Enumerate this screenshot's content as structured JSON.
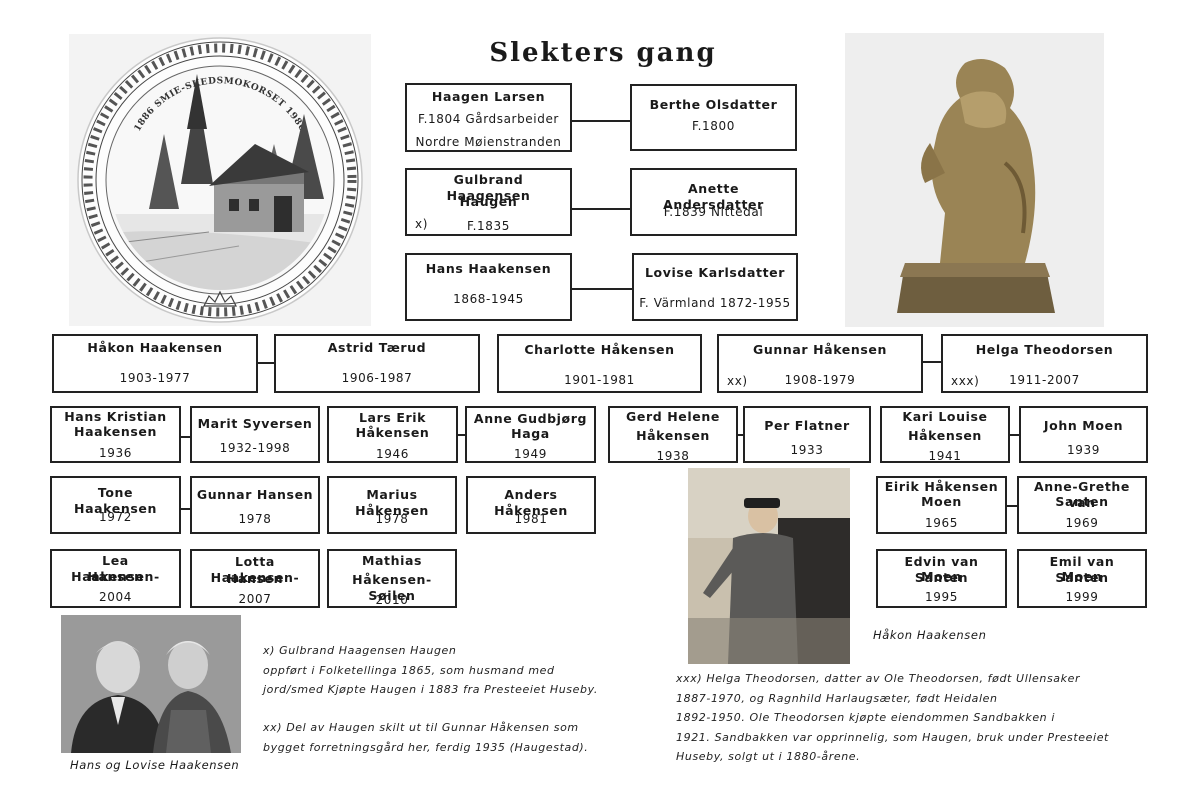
{
  "title": "Slekters gang",
  "plate": {
    "inscription": "1886 SMIE-SKEDSMOKORSET 1986"
  },
  "ancestors": [
    {
      "left": {
        "name": "Haagen Larsen",
        "line1": "F.1804 Gårdsarbeider",
        "line2": "Nordre Møienstranden"
      },
      "right": {
        "name": "Berthe Olsdatter",
        "line1": "F.1800"
      }
    },
    {
      "left": {
        "name_line1": "Gulbrand Haagensen",
        "name_line2": "Haugen",
        "marker": "x)",
        "line1": "F.1835"
      },
      "right": {
        "name": "Anette Andersdatter",
        "line1": "F.1839 Nittedal"
      }
    },
    {
      "left": {
        "name": "Hans Haakensen",
        "line1": "1868-1945"
      },
      "right": {
        "name": "Lovise Karlsdatter",
        "line1": "F. Värmland 1872-1955"
      }
    }
  ],
  "children": {
    "hakon": {
      "name": "Håkon Haakensen",
      "years": "1903-1977"
    },
    "astrid": {
      "name": "Astrid Tærud",
      "years": "1906-1987"
    },
    "charlotte": {
      "name": "Charlotte Håkensen",
      "years": "1901-1981"
    },
    "gunnar": {
      "name": "Gunnar Håkensen",
      "years": "1908-1979",
      "marker": "xx)"
    },
    "helga": {
      "name": "Helga Theodorsen",
      "years": "1911-2007",
      "marker": "xxx)"
    }
  },
  "grandchildren": {
    "hans_kristian": {
      "name_line1": "Hans Kristian",
      "name_line2": "Haakensen",
      "year": "1936"
    },
    "marit": {
      "name": "Marit Syversen",
      "years": "1932-1998"
    },
    "lars_erik": {
      "name_line1": "Lars Erik",
      "name_line2": "Håkensen",
      "year": "1946"
    },
    "anne_gudbjorg": {
      "name_line1": "Anne Gudbjørg",
      "name_line2": "Haga",
      "year": "1949"
    },
    "gerd_helene": {
      "name_line1": "Gerd Helene",
      "name_line2": "Håkensen",
      "year": "1938"
    },
    "per": {
      "name": "Per Flatner",
      "year": "1933"
    },
    "kari_louise": {
      "name_line1": "Kari Louise",
      "name_line2": "Håkensen",
      "year": "1941"
    },
    "john": {
      "name": "John Moen",
      "year": "1939"
    }
  },
  "great_grandchildren": {
    "tone": {
      "name": "Tone Haakensen",
      "year": "1972"
    },
    "gunnar_h": {
      "name": "Gunnar Hansen",
      "year": "1978"
    },
    "marius": {
      "name": "Marius Håkensen",
      "year": "1978"
    },
    "anders": {
      "name": "Anders Håkensen",
      "year": "1981"
    },
    "eirik": {
      "name_line1": "Eirik Håkensen",
      "name_line2": "Moen",
      "year": "1965"
    },
    "anne_grethe": {
      "name_line1": "Anne-Grethe van",
      "name_line2": "Santen",
      "year": "1969"
    },
    "edvin": {
      "name_line1": "Edvin van Santen",
      "name_line2": "Moen",
      "year": "1995"
    },
    "emil": {
      "name_line1": "Emil van Santen",
      "name_line2": "Moen",
      "year": "1999"
    }
  },
  "youngest": {
    "lea": {
      "name_line1": "Lea Haakensen-",
      "name_line2": "Hansen",
      "year": "2004"
    },
    "lotta": {
      "name_line1": "Lotta Haakensen-",
      "name_line2": "Hansen",
      "year": "2007"
    },
    "mathias": {
      "name_line1": "Mathias",
      "name_line2": "Håkensen-Søilen",
      "year": "2010"
    }
  },
  "captions": {
    "hakon_photo": "Håkon Haakensen",
    "couple_photo": "Hans og Lovise Haakensen"
  },
  "notes": {
    "x": [
      "x) Gulbrand Haagensen Haugen",
      "oppført i Folketellinga 1865, som husmand med",
      "jord/smed Kjøpte Haugen i 1883 fra Presteeiet Huseby."
    ],
    "xx": [
      "xx) Del av Haugen skilt ut til Gunnar Håkensen som",
      "bygget forretningsgård her, ferdig 1935 (Haugestad)."
    ],
    "xxx": [
      "xxx)  Helga Theodorsen, datter av Ole Theodorsen, født Ullensaker",
      "1887-1970, og Ragnhild Harlaugsæter, født Heidalen",
      "1892-1950. Ole Theodorsen kjøpte eiendommen Sandbakken i",
      "1921. Sandbakken var opprinnelig, som Haugen, bruk under Presteeiet",
      "Huseby, solgt ut i 1880-årene."
    ]
  }
}
